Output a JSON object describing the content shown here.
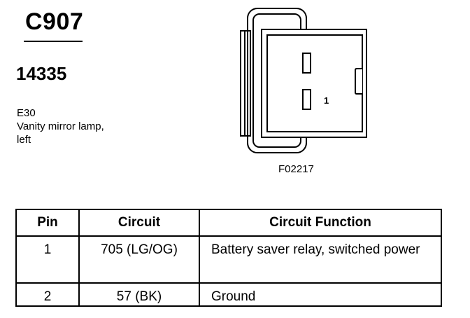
{
  "header": {
    "connector_id": "C907",
    "part_number": "14335",
    "component_code": "E30",
    "component_desc_line1": "Vanity mirror lamp,",
    "component_desc_line2": "left"
  },
  "diagram": {
    "pin_label": "1",
    "figure_code": "F02217"
  },
  "table": {
    "headers": {
      "pin": "Pin",
      "circuit": "Circuit",
      "function": "Circuit Function"
    },
    "rows": [
      {
        "pin": "1",
        "circuit": "705 (LG/OG)",
        "function": "Battery saver relay, switched power"
      },
      {
        "pin": "2",
        "circuit": "57 (BK)",
        "function": "Ground"
      }
    ]
  }
}
